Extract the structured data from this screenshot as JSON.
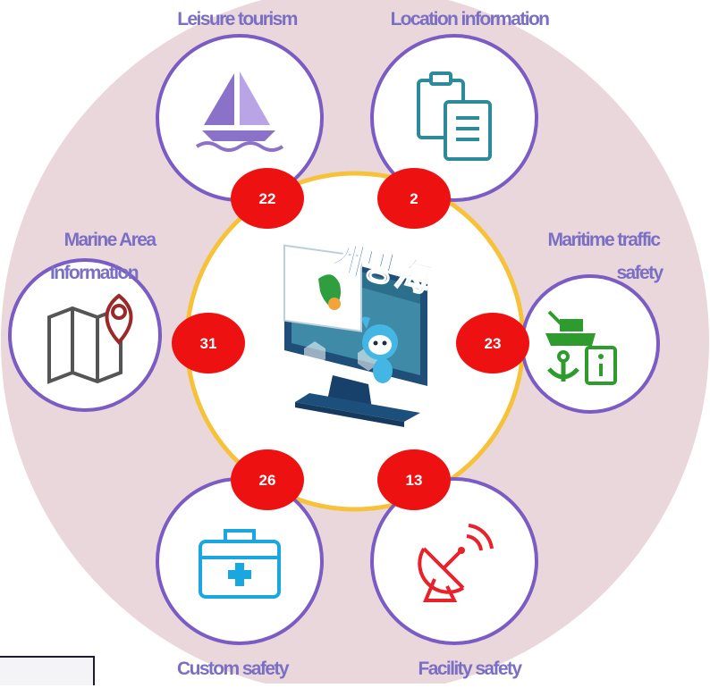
{
  "center": {
    "title": "개방海"
  },
  "categories": [
    {
      "id": "leisure",
      "label": "Leisure tourism",
      "count": "22",
      "icon": "sailboat-icon",
      "icon_color": "#8b72c9"
    },
    {
      "id": "location",
      "label": "Location information",
      "count": "2",
      "icon": "clipboard-icon",
      "icon_color": "#2c8a9a"
    },
    {
      "id": "traffic",
      "label": "Maritime traffic safety",
      "label_lines": [
        "Maritime traffic",
        "safety"
      ],
      "count": "23",
      "icon": "ship-anchor-info-icon",
      "icon_color": "#2e9b2e"
    },
    {
      "id": "facility",
      "label": "Facility safety",
      "count": "13",
      "icon": "satellite-dish-icon",
      "icon_color": "#e8212a"
    },
    {
      "id": "custom",
      "label": "Custom safety",
      "count": "26",
      "icon": "first-aid-kit-icon",
      "icon_color": "#1aa7e0"
    },
    {
      "id": "marine",
      "label": "Marine Area Information",
      "label_lines": [
        "Marine Area",
        "Information"
      ],
      "count": "31",
      "icon": "map-pin-icon",
      "icon_color": "#555555"
    }
  ],
  "colors": {
    "outer_ring": "#ead7dc",
    "inner_ring": "#f6c23a",
    "node_border": "#7a5cc4",
    "badge": "#ee1111",
    "label": "#7b6fc4"
  }
}
